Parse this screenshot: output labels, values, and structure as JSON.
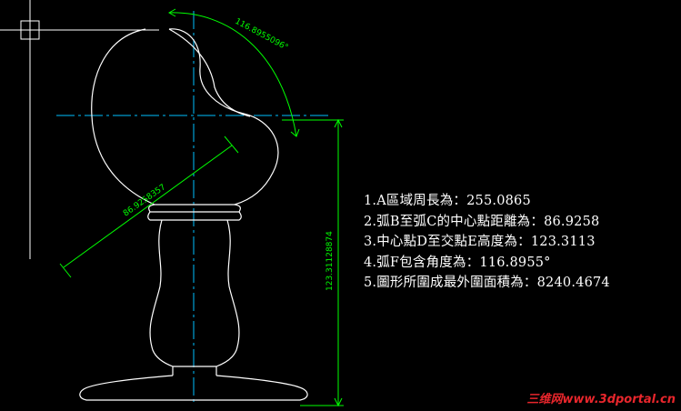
{
  "dimensions": {
    "arc_f_angle": "116.8955096°",
    "center_distance": "86.9258357",
    "height": "123.31128874"
  },
  "results": [
    "1.A區域周長為：255.0865",
    "2.弧B至弧C的中心點距離為：86.9258",
    "3.中心點D至交點E高度為：123.3113",
    "4.弧F包含角度為：116.8955°",
    "5.圖形所圍成最外圍面積為：8240.4674"
  ],
  "watermark": "三维网www.3dportal.cn",
  "colors": {
    "background": "#000000",
    "geometry": "#ffffff",
    "centerline": "#00bfff",
    "dimension": "#00ff00",
    "crosshair": "#ffffff",
    "watermark": "#e8262c"
  }
}
